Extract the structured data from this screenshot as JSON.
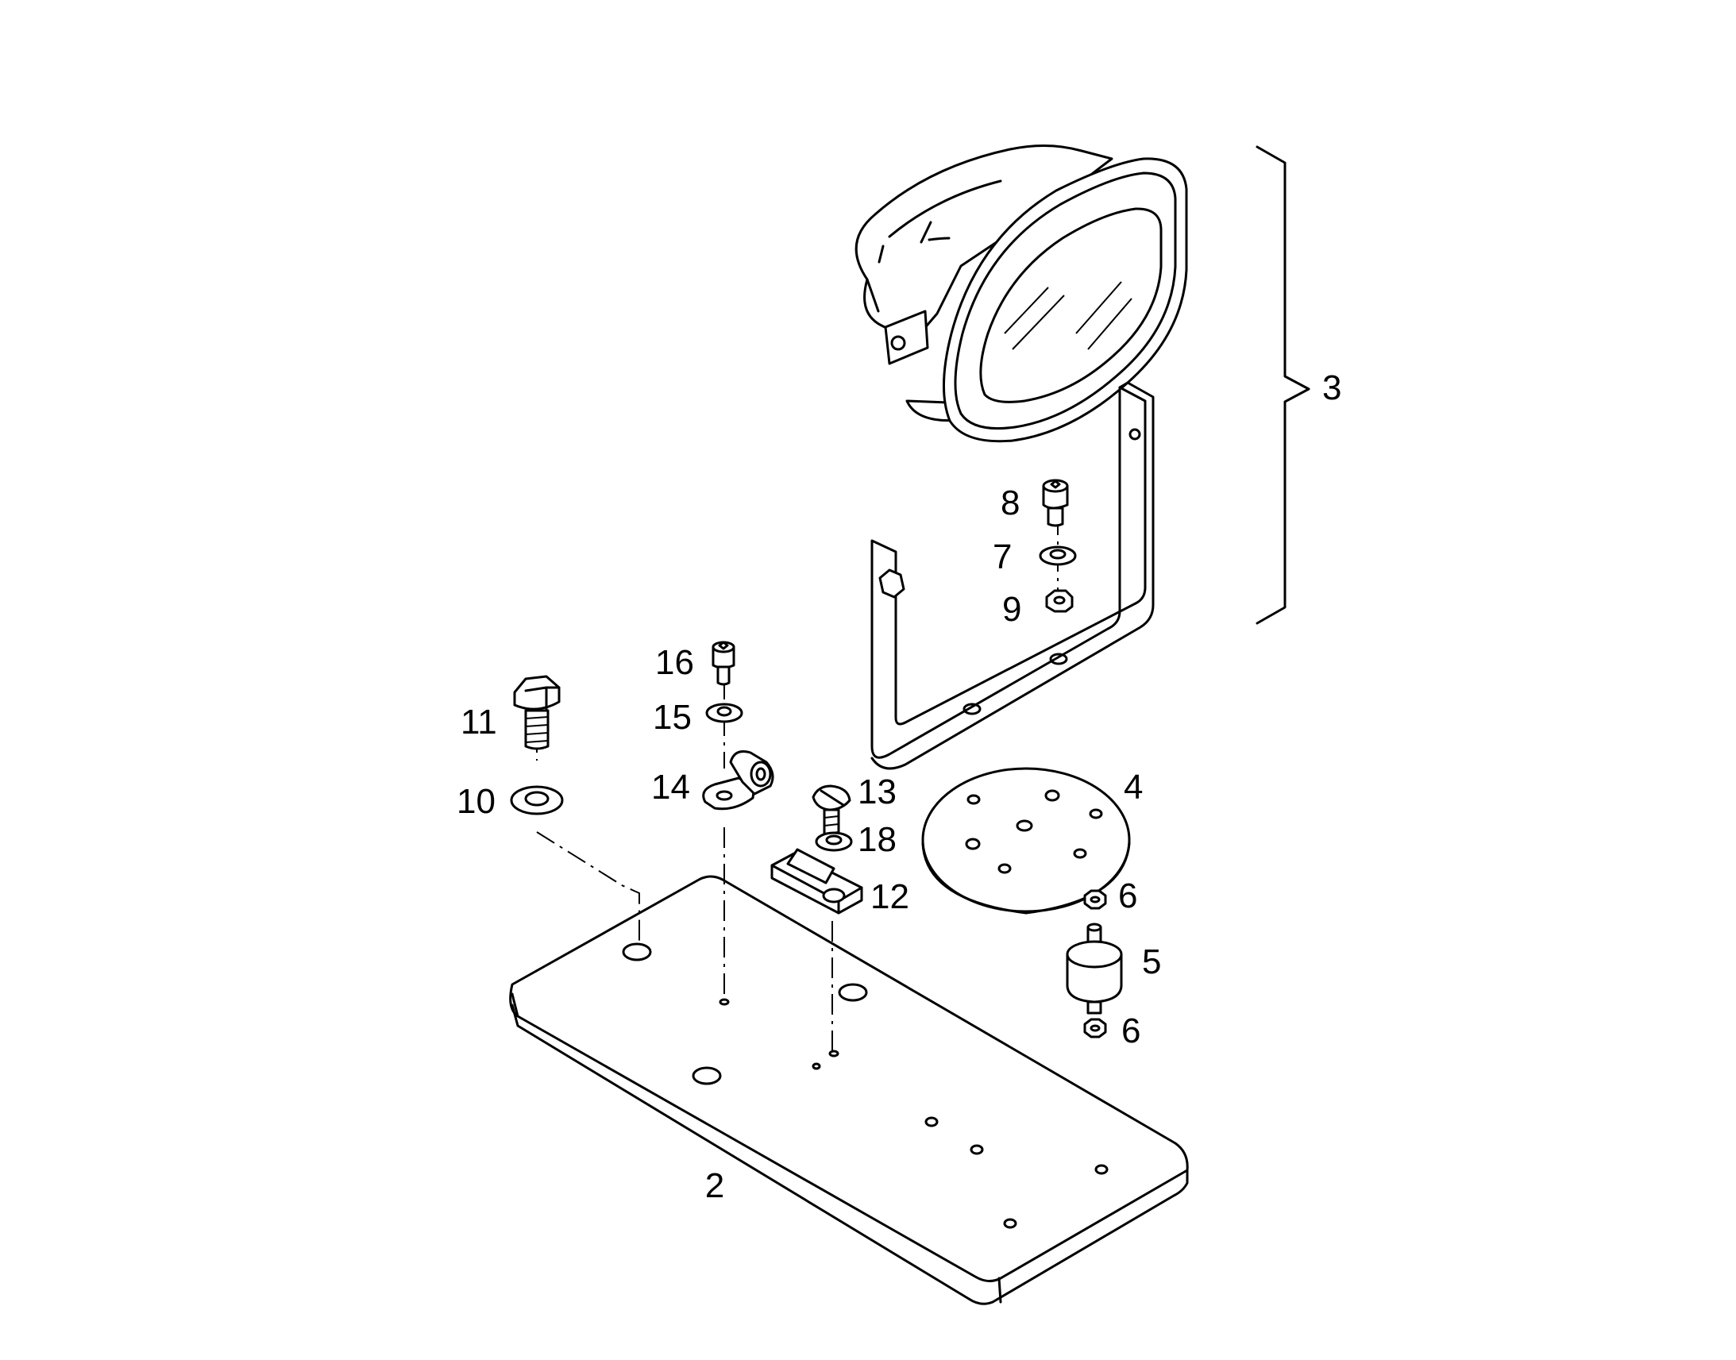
{
  "callouts": {
    "c2": "2",
    "c3": "3",
    "c4": "4",
    "c5": "5",
    "c6a": "6",
    "c6b": "6",
    "c7": "7",
    "c8": "8",
    "c9": "9",
    "c10": "10",
    "c11": "11",
    "c12": "12",
    "c13": "13",
    "c14": "14",
    "c15": "15",
    "c16": "16",
    "c18": "18"
  }
}
